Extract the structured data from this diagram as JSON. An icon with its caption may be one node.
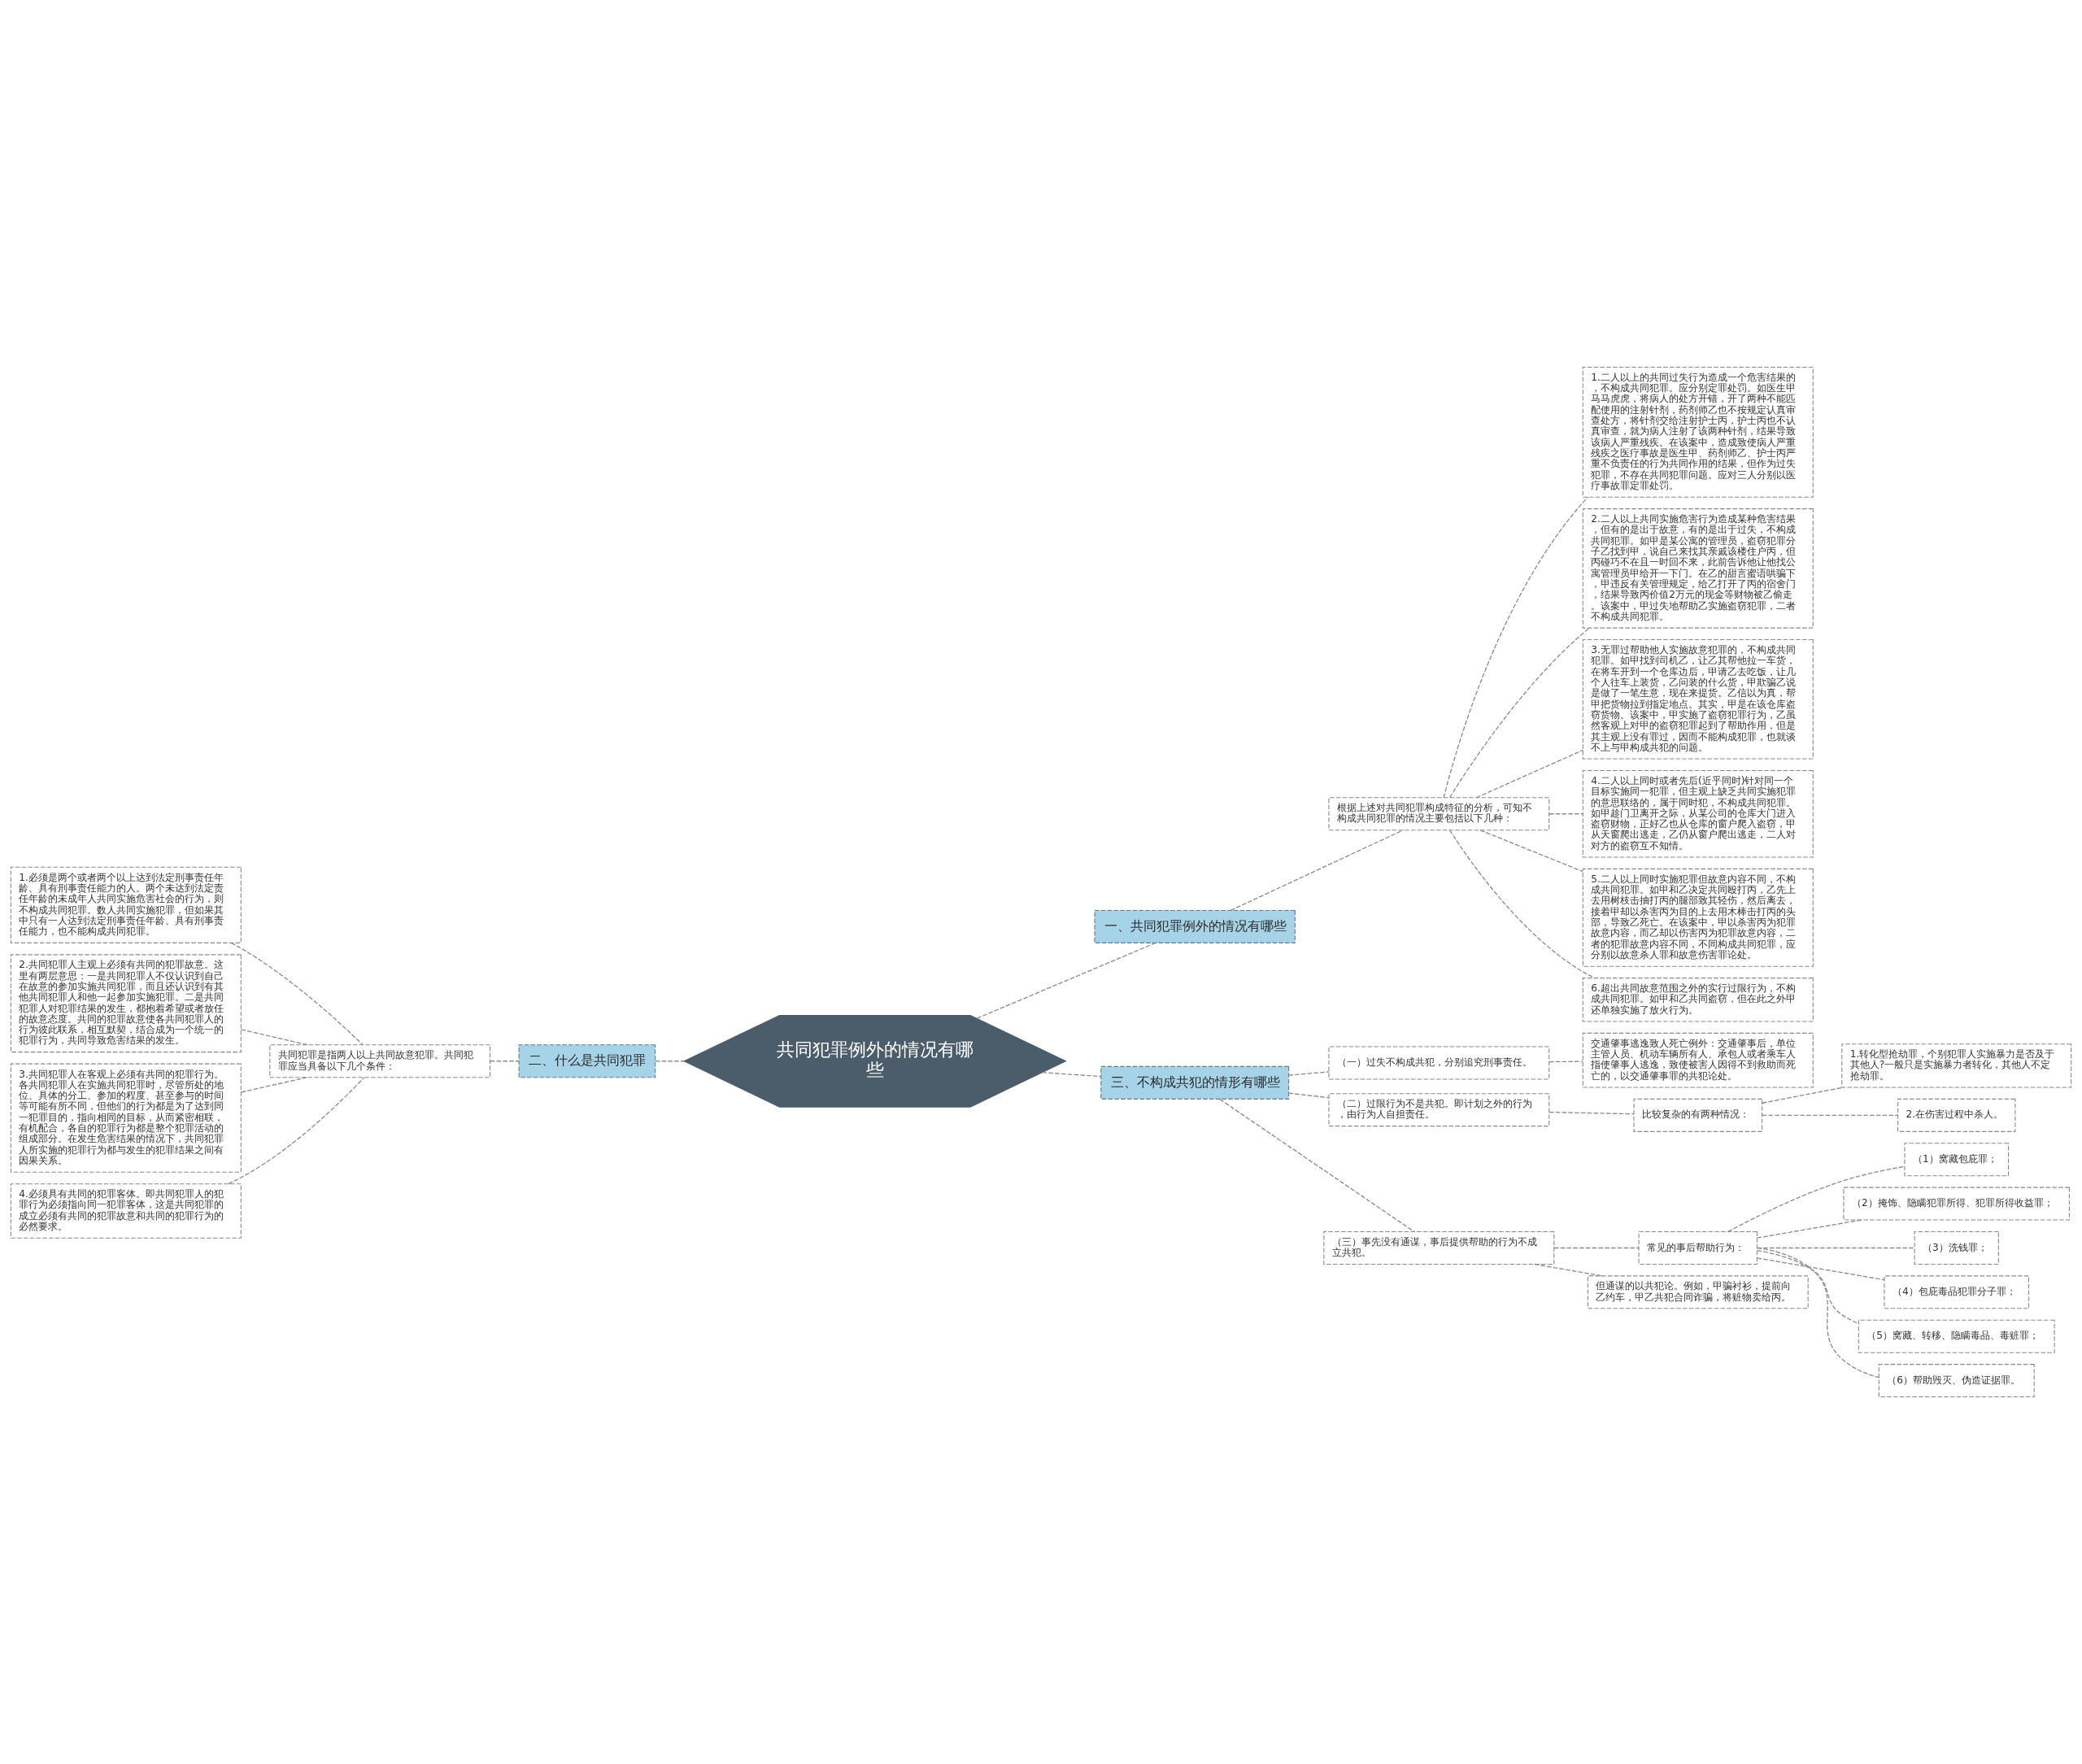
{
  "diagram": {
    "nodes": [
      {
        "text": [
          "共同犯罪例外的情况有哪些"
        ]
      },
      {
        "text": [
          "一、共同犯罪例外的情况有哪些"
        ]
      },
      {
        "text": [
          "根据上述对共同犯罪构成特征的分析，可知不构成共同犯罪的情况主要包括以下几种："
        ]
      },
      {
        "text": [
          "1.二人以上的共同过失行为造成一个危害结果的，不构成共同犯罪。应分别定罪处罚。如医生甲马马虎虎，将病人的处方开错，开了两种不能匹配使用的注射针剂，药剂师乙也不按规定认真审查处方，将针剂交给注射护士丙，护士丙也不认真审查，就为病人注射了该两种针剂，结果导致该病人严重残疾。在该案中，造成致使病人严重残疾之医疗事故是医生甲、药剂师乙、护士丙严重不负责任的行为共同作用的结果，但作为过失犯罪，不存在共同犯罪问题。应对三人分别以医疗事故罪定罪处罚。"
        ]
      },
      {
        "text": [
          "2.二人以上共同实施危害行为造成某种危害结果，但有的是出于故意，有的是出于过失，不构成共同犯罪。如甲是某公寓的管理员，盗窃犯罪分子乙找到甲，说自己来找其亲戚该楼住户丙，但丙碰巧不在且一时回不来，此前告诉他让他找公寓管理员甲给开一下门。在乙的甜言蜜语哄骗下，甲违反有关管理规定，给乙打开了丙的宿舍门，结果导致丙价值2万元的现金等财物被乙偷走。该案中，甲过失地帮助乙实施盗窃犯罪，二者不构成共同犯罪。"
        ]
      },
      {
        "text": [
          "3.无罪过帮助他人实施故意犯罪的，不构成共同犯罪。如甲找到司机乙，让乙其帮他拉一车货，在将车开到一个仓库边后，甲请乙去吃饭，让几个人往车上装货，乙问装的什么货，甲欺骗乙说是做了一笔生意，现在来提货。乙信以为真，帮甲把货物拉到指定地点。其实，甲是在该仓库盗窃货物。该案中，甲实施了盗窃犯罪行为，乙虽然客观上对甲的盗窃犯罪起到了帮助作用，但是其主观上没有罪过，因而不能构成犯罪，也就谈不上与甲构成共犯的问题。"
        ]
      },
      {
        "text": [
          "4.二人以上同时或者先后(近乎同时)针对同一个目标实施同一犯罪，但主观上缺乏共同实施犯罪的意思联络的，属于同时犯，不构成共同犯罪。如甲趁门卫离开之际，从某公司的仓库大门进入盗窃财物，正好乙也从仓库的窗户爬入盗窃，甲从天窗爬出逃走，乙仍从窗户爬出逃走，二人对对方的盗窃互不知情。"
        ]
      },
      {
        "text": [
          "5.二人以上同时实施犯罪但故意内容不同，不构成共同犯罪。如甲和乙决定共同殴打丙，乙先上去用树枝击抽打丙的腿部致其轻伤，然后离去，接着甲却以杀害丙为目的上去用木棒击打丙的头部，导致乙死亡。在该案中，甲以杀害丙为犯罪故意内容，而乙却以伤害丙为犯罪故意内容，二者的犯罪故意内容不同，不同构成共同犯罪，应分别以故意杀人罪和故意伤害罪论处。"
        ]
      },
      {
        "text": [
          "6.超出共同故意范围之外的实行过限行为，不构成共同犯罪。如甲和乙共同盗窃，但在此之外甲还单独实施了放火行为。"
        ]
      },
      {
        "text": [
          "二、什么是共同犯罪"
        ]
      },
      {
        "text": [
          "共同犯罪是指两人以上共同故意犯罪。共同犯罪应当具备以下几个条件："
        ]
      },
      {
        "text": [
          "1.必须是两个或者两个以上达到法定刑事责任年龄、具有刑事责任能力的人。两个未达到法定责任年龄的未成年人共同实施危害社会的行为，则不构成共同犯罪。数人共同实施犯罪，但如果其中只有一人达到法定刑事责任年龄、具有刑事责任能力，也不能构成共同犯罪。"
        ]
      },
      {
        "text": [
          "2.共同犯罪人主观上必须有共同的犯罪故意。这里有两层意思：一是共同犯罪人不仅认识到自己在故意的参加实施共同犯罪，而且还认识到有其他共同犯罪人和他一起参加实施犯罪。二是共同犯罪人对犯罪结果的发生，都抱着希望或者放任的故意态度。共同的犯罪故意使各共同犯罪人的行为彼此联系，相互默契，结合成为一个统一的犯罪行为，共同导致危害结果的发生。"
        ]
      },
      {
        "text": [
          "3.共同犯罪人在客观上必须有共同的犯罪行为。各共同犯罪人在实施共同犯罪时，尽管所处的地位、具体的分工、参加的程度、甚至参与的时间等可能有所不同，但他们的行为都是为了达到同一犯罪目的，指向相同的目标，从而紧密相联，有机配合，各自的犯罪行为都是整个犯罪活动的组成部分。在发生危害结果的情况下，共同犯罪人所实施的犯罪行为都与发生的犯罪结果之间有因果关系。"
        ]
      },
      {
        "text": [
          "4.必须具有共同的犯罪客体。即共同犯罪人的犯罪行为必须指向同一犯罪客体，这是共同犯罪的成立必须有共同的犯罪故意和共同的犯罪行为的必然要求。"
        ]
      },
      {
        "text": [
          "三、不构成共犯的情形有哪些"
        ]
      },
      {
        "text": [
          "（一）过失不构成共犯，分别追究刑事责任。"
        ]
      },
      {
        "text": [
          "交通肇事逃逸致人死亡例外：交通肇事后，单位主管人员、机动车辆所有人、承包人或者乘车人指使肇事人逃逸，致使被害人因得不到救助而死亡的，以交通肇事罪的共犯论处。"
        ]
      },
      {
        "text": [
          "（二）过限行为不是共犯。即计划之外的行为，由行为人自担责任。"
        ]
      },
      {
        "text": [
          "比较复杂的有两种情况："
        ]
      },
      {
        "text": [
          "1.转化型抢劫罪，个别犯罪人实施暴力是否及于其他人?一般只是实施暴力者转化，其他人不定抢劫罪。"
        ]
      },
      {
        "text": [
          "2.在伤害过程中杀人。"
        ]
      },
      {
        "text": [
          "（三）事先没有通谋，事后提供帮助的行为不成立共犯。"
        ]
      },
      {
        "text": [
          "常见的事后帮助行为："
        ]
      },
      {
        "text": [
          "（1）窝藏包庇罪；"
        ]
      },
      {
        "text": [
          "（2）掩饰、隐瞒犯罪所得、犯罪所得收益罪；"
        ]
      },
      {
        "text": [
          "（3）洗钱罪；"
        ]
      },
      {
        "text": [
          "（4）包庇毒品犯罪分子罪；"
        ]
      },
      {
        "text": [
          "（5）窝藏、转移、隐瞒毒品、毒赃罪；"
        ]
      },
      {
        "text": [
          "（6）帮助毁灭、伪造证据罪。"
        ]
      },
      {
        "text": [
          "但通谋的以共犯论。例如，甲骗衬衫，提前向乙约车，甲乙共犯合同诈骗，将赃物卖给丙。"
        ]
      }
    ],
    "edges": [
      {
        "from": 0,
        "to": 1,
        "arrow": "none",
        "style": "dashed"
      },
      {
        "from": 1,
        "to": 2,
        "arrow": "none",
        "style": "dashed"
      },
      {
        "from": 2,
        "to": 3,
        "arrow": "none",
        "style": "dashed"
      },
      {
        "from": 2,
        "to": 4,
        "arrow": "none",
        "style": "dashed"
      },
      {
        "from": 2,
        "to": 5,
        "arrow": "none",
        "style": "dashed"
      },
      {
        "from": 2,
        "to": 6,
        "arrow": "none",
        "style": "dashed"
      },
      {
        "from": 2,
        "to": 7,
        "arrow": "none",
        "style": "dashed"
      },
      {
        "from": 2,
        "to": 8,
        "arrow": "none",
        "style": "dashed"
      },
      {
        "from": 9,
        "to": 0,
        "arrow": "none",
        "style": "dashed"
      },
      {
        "from": 10,
        "to": 9,
        "arrow": "none",
        "style": "dashed"
      },
      {
        "from": 11,
        "to": 10,
        "arrow": "none",
        "style": "dashed"
      },
      {
        "from": 12,
        "to": 10,
        "arrow": "none",
        "style": "dashed"
      },
      {
        "from": 13,
        "to": 10,
        "arrow": "none",
        "style": "dashed"
      },
      {
        "from": 14,
        "to": 10,
        "arrow": "none",
        "style": "dashed"
      },
      {
        "from": 0,
        "to": 15,
        "arrow": "none",
        "style": "dashed"
      },
      {
        "from": 15,
        "to": 16,
        "arrow": "none",
        "style": "dashed"
      },
      {
        "from": 16,
        "to": 17,
        "arrow": "none",
        "style": "dashed"
      },
      {
        "from": 15,
        "to": 18,
        "arrow": "none",
        "style": "dashed"
      },
      {
        "from": 18,
        "to": 19,
        "arrow": "none",
        "style": "dashed"
      },
      {
        "from": 19,
        "to": 20,
        "arrow": "none",
        "style": "dashed"
      },
      {
        "from": 19,
        "to": 21,
        "arrow": "none",
        "style": "dashed"
      },
      {
        "from": 15,
        "to": 22,
        "arrow": "none",
        "style": "dashed"
      },
      {
        "from": 22,
        "to": 23,
        "arrow": "none",
        "style": "dashed"
      },
      {
        "from": 23,
        "to": 24,
        "arrow": "none",
        "style": "dashed"
      },
      {
        "from": 23,
        "to": 25,
        "arrow": "none",
        "style": "dashed"
      },
      {
        "from": 23,
        "to": 26,
        "arrow": "none",
        "style": "dashed"
      },
      {
        "from": 23,
        "to": 27,
        "arrow": "none",
        "style": "dashed"
      },
      {
        "from": 23,
        "to": 28,
        "arrow": "none",
        "style": "dashed"
      },
      {
        "from": 23,
        "to": 29,
        "arrow": "none",
        "style": "dashed"
      },
      {
        "from": 22,
        "to": 30,
        "arrow": "none",
        "style": "dashed"
      }
    ]
  }
}
